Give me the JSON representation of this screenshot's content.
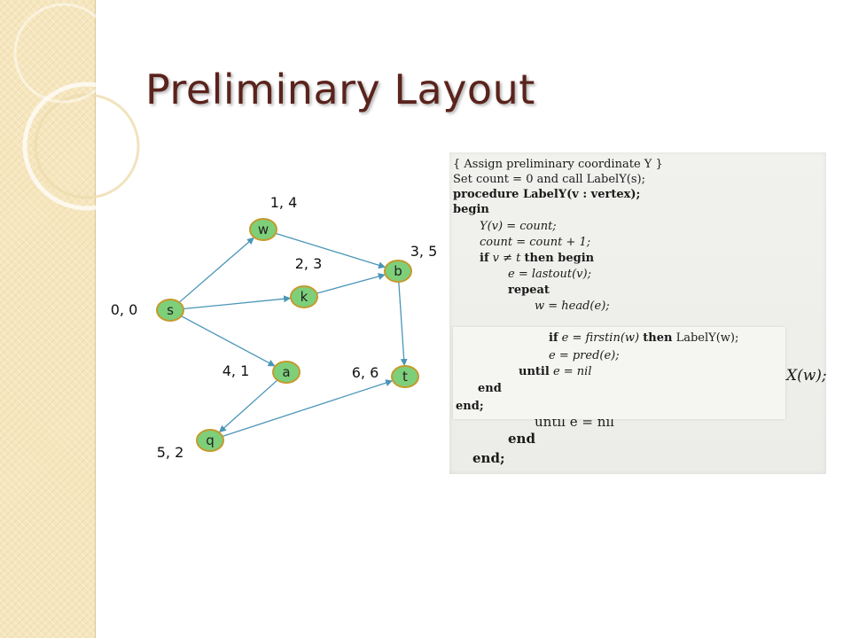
{
  "slide": {
    "title": "Preliminary Layout"
  },
  "graph": {
    "nodes": [
      {
        "id": "w",
        "label": "w",
        "coord": "1, 4"
      },
      {
        "id": "k",
        "label": "k",
        "coord": "2, 3"
      },
      {
        "id": "b",
        "label": "b",
        "coord": "3, 5"
      },
      {
        "id": "s",
        "label": "s",
        "coord": "0, 0"
      },
      {
        "id": "a",
        "label": "a",
        "coord": "4, 1"
      },
      {
        "id": "t",
        "label": "t",
        "coord": "6, 6"
      },
      {
        "id": "q",
        "label": "q",
        "coord": "5, 2"
      }
    ],
    "edges": [
      [
        "s",
        "w"
      ],
      [
        "s",
        "k"
      ],
      [
        "s",
        "a"
      ],
      [
        "w",
        "b"
      ],
      [
        "k",
        "b"
      ],
      [
        "b",
        "t"
      ],
      [
        "a",
        "q"
      ],
      [
        "q",
        "t"
      ]
    ],
    "colors": {
      "node_fill": "#7ecf7a",
      "node_stroke": "#c39b2d",
      "edge": "#4a95b8",
      "title": "#5a231c"
    }
  },
  "algorithm": {
    "back": {
      "comment": "{ Assign preliminary coordinate Y }",
      "set": "Set count = 0 and call LabelY(s);",
      "procedure": "procedure LabelY(v : vertex);",
      "begin": "begin",
      "l1": "Y(v) = count;",
      "l2": "count = count + 1;",
      "l3_kw1": "if",
      "l3_mid": "v ≠ t",
      "l3_kw2": "then begin",
      "l4": "e = lastout(v);",
      "l5": "repeat",
      "l6": "w = head(e);",
      "tail_fragment": "X(w);",
      "until_frag": "until e = nil",
      "end1": "end",
      "end2": "end;"
    },
    "front": {
      "l1_kw": "if",
      "l1_mid": "e = firstin(w)",
      "l1_kw2": "then",
      "l1_tail": "LabelY(w);",
      "l2": "e = pred(e);",
      "l3_kw": "until",
      "l3_tail": "e = nil",
      "l4": "end",
      "l5": "end;"
    }
  }
}
